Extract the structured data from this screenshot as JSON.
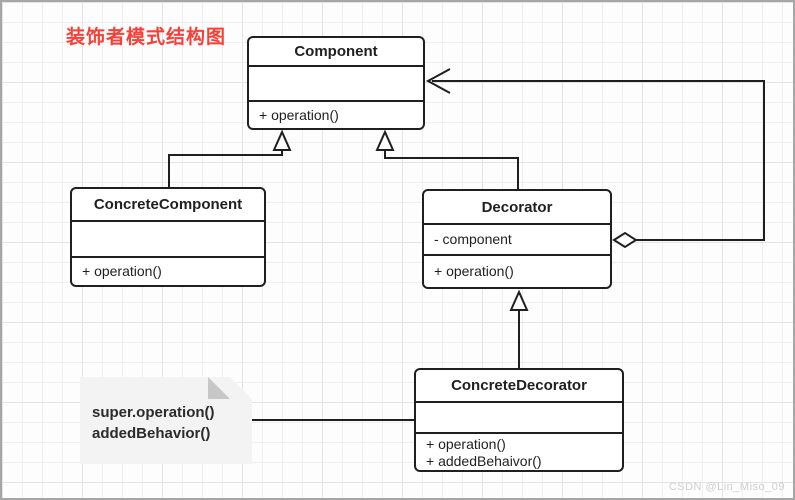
{
  "page": {
    "title": "装饰者模式结构图",
    "title_color": "#f84038",
    "watermark": "CSDN @Lin_Miso_09"
  },
  "classes": [
    {
      "id": "component",
      "name": "Component",
      "attributes": [],
      "methods": [
        "+ operation()"
      ]
    },
    {
      "id": "concrete-component",
      "name": "ConcreteComponent",
      "attributes": [],
      "methods": [
        "+ operation()"
      ]
    },
    {
      "id": "decorator",
      "name": "Decorator",
      "attributes": [
        "- component"
      ],
      "methods": [
        "+ operation()"
      ]
    },
    {
      "id": "concrete-decorator",
      "name": "ConcreteDecorator",
      "attributes": [],
      "methods": [
        "+ operation()",
        "+ addedBehaivor()"
      ]
    }
  ],
  "note": {
    "lines": [
      "super.operation()",
      "addedBehavior()"
    ],
    "attached_to": "ConcreteDecorator"
  },
  "relations": [
    {
      "from": "ConcreteComponent",
      "to": "Component",
      "type": "generalization"
    },
    {
      "from": "Decorator",
      "to": "Component",
      "type": "generalization"
    },
    {
      "from": "Decorator",
      "to": "Component",
      "type": "aggregation"
    },
    {
      "from": "ConcreteDecorator",
      "to": "Decorator",
      "type": "generalization"
    },
    {
      "from": "note",
      "to": "ConcreteDecorator",
      "type": "attachment"
    }
  ],
  "colors": {
    "line": "#1f1f1f",
    "note_background": "#f3f3f3",
    "grid_minor": "#efefef",
    "grid_major": "#e4e4e4"
  }
}
